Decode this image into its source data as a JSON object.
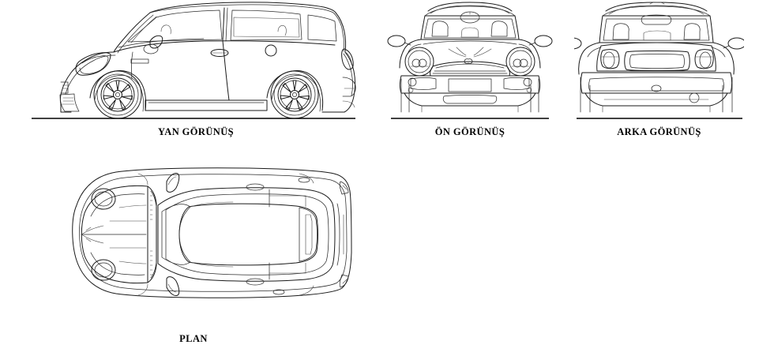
{
  "drawing": {
    "title": "MINI Cooper - Orthographic Projection Drawing",
    "subject": "automobile",
    "style": "cad-line-drawing",
    "background_color": "#ffffff",
    "line_color": "#1a1a1a",
    "label_color": "#000000"
  },
  "views": [
    {
      "id": "side",
      "label": "YAN GÖRÜNÜŞ",
      "label_meaning": "Side View",
      "orientation": "facing-left",
      "has_ground_line": true
    },
    {
      "id": "front",
      "label": "ÖN GÖRÜNÜŞ",
      "label_meaning": "Front View",
      "orientation": "front-elevation",
      "has_ground_line": true
    },
    {
      "id": "rear",
      "label": "ARKA GÖRÜNÜŞ",
      "label_meaning": "Rear View",
      "orientation": "rear-elevation",
      "has_ground_line": true
    },
    {
      "id": "plan",
      "label": "PLAN",
      "label_meaning": "Top / Plan View",
      "orientation": "facing-left",
      "has_ground_line": false
    }
  ]
}
